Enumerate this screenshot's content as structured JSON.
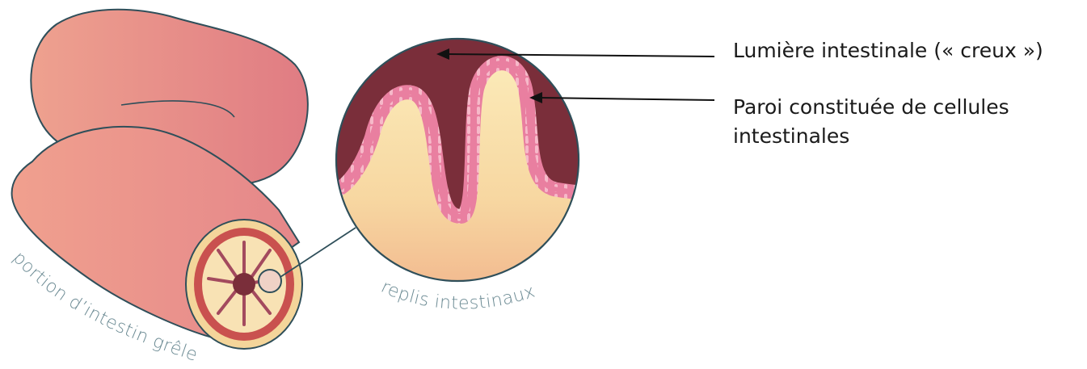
{
  "labels": {
    "intestine_portion": "portion d’intestin grêle",
    "folds": "replis intestinaux"
  },
  "callouts": {
    "lumen": "Lumière intestinale (« creux »)",
    "wall": "Paroi constituée de cellules intestinales"
  },
  "colors": {
    "intestine_skin": "#e98f86",
    "intestine_skin_dark": "#df7f80",
    "outline": "#2f4f5a",
    "tissue_yellow": "#f6d9a4",
    "tissue_light": "#fbe7b6",
    "cell_pink": "#e97fa0",
    "lumen_dark": "#7a2e3a",
    "ring_red": "#c9514f",
    "label_gray": "#6b8a93",
    "arrow": "#111111"
  }
}
